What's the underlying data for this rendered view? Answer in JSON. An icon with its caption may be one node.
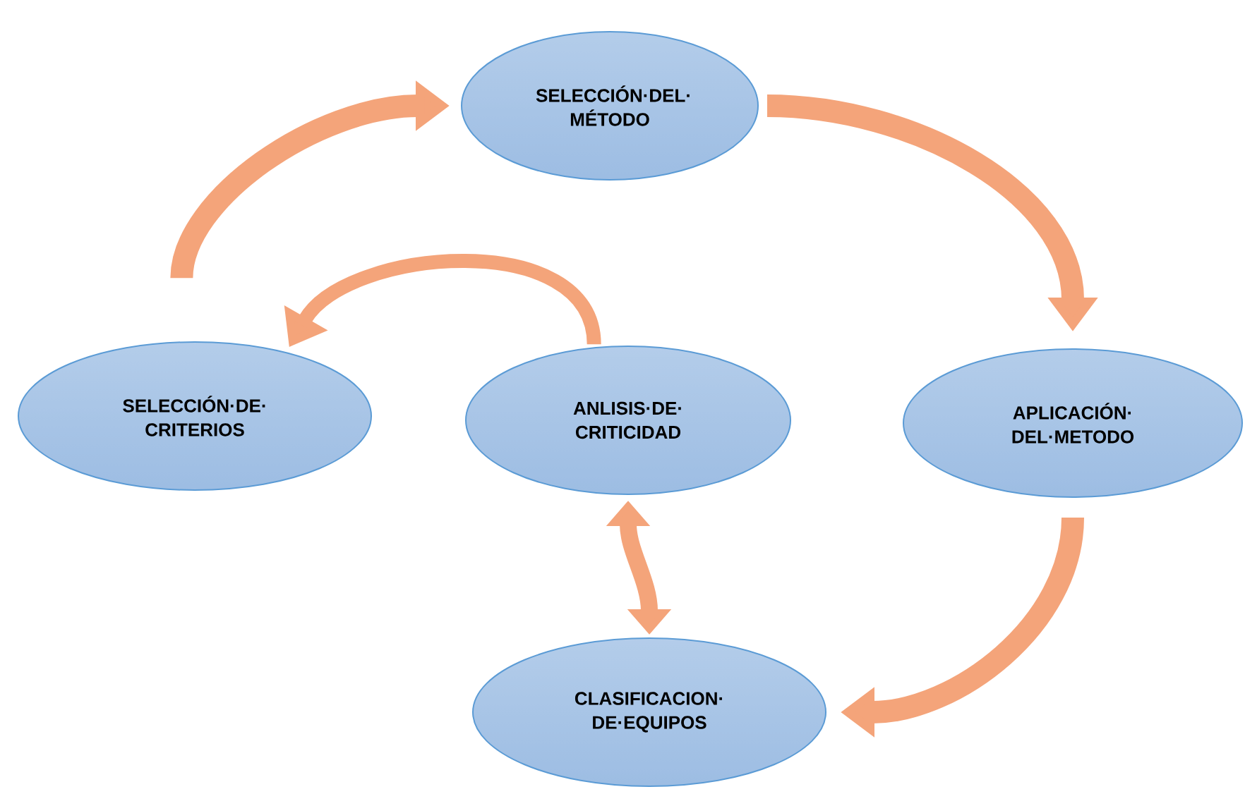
{
  "diagram": {
    "nodes": [
      {
        "text": [
          "SELECCIÓN·DEL· MÉTODO"
        ]
      },
      {
        "text": [
          "SELECCIÓN·DE· CRITERIOS"
        ]
      },
      {
        "text": [
          "ANLISIS·DE· CRITICIDAD"
        ]
      },
      {
        "text": [
          "APLICACIÓN· DEL·METODO"
        ]
      },
      {
        "text": [
          "CLASIFICACION· DE·EQUIPOS"
        ]
      }
    ],
    "edges": [
      {
        "from": 1,
        "to": 0,
        "arrow": "to"
      },
      {
        "from": 0,
        "to": 3,
        "arrow": "to"
      },
      {
        "from": 3,
        "to": 4,
        "arrow": "to"
      },
      {
        "from": 2,
        "to": 1,
        "arrow": "to"
      },
      {
        "from": 2,
        "to": 4,
        "arrow": "both"
      }
    ]
  }
}
